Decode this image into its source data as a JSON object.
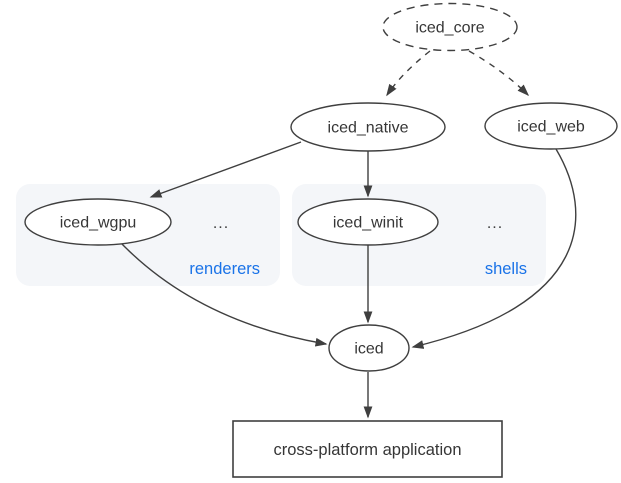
{
  "diagram": {
    "description": "iced crate ecosystem dependency diagram",
    "nodes": {
      "iced_core": {
        "label": "iced_core",
        "shape": "ellipse",
        "border": "dashed"
      },
      "iced_native": {
        "label": "iced_native",
        "shape": "ellipse",
        "border": "solid"
      },
      "iced_web": {
        "label": "iced_web",
        "shape": "ellipse",
        "border": "solid"
      },
      "iced_wgpu": {
        "label": "iced_wgpu",
        "shape": "ellipse",
        "border": "solid",
        "group": "renderers"
      },
      "iced_winit": {
        "label": "iced_winit",
        "shape": "ellipse",
        "border": "solid",
        "group": "shells"
      },
      "iced": {
        "label": "iced",
        "shape": "ellipse",
        "border": "solid"
      },
      "app": {
        "label": "cross-platform application",
        "shape": "rect",
        "border": "solid"
      }
    },
    "groups": {
      "renderers": {
        "label": "renderers",
        "ellipsis": "..."
      },
      "shells": {
        "label": "shells",
        "ellipsis": "..."
      }
    },
    "edges": [
      {
        "from": "iced_core",
        "to": "iced_native",
        "style": "dashed"
      },
      {
        "from": "iced_core",
        "to": "iced_web",
        "style": "dashed"
      },
      {
        "from": "iced_native",
        "to": "iced_wgpu",
        "style": "solid"
      },
      {
        "from": "iced_native",
        "to": "iced_winit",
        "style": "solid"
      },
      {
        "from": "iced_wgpu",
        "to": "iced",
        "style": "solid"
      },
      {
        "from": "iced_winit",
        "to": "iced",
        "style": "solid"
      },
      {
        "from": "iced_web",
        "to": "iced",
        "style": "solid"
      },
      {
        "from": "iced",
        "to": "app",
        "style": "solid"
      }
    ],
    "colors": {
      "stroke": "#3f3f3f",
      "text": "#363636",
      "group_label": "#1a73e8",
      "group_background": "#f4f6f9",
      "node_fill": "#ffffff",
      "page_background": "#ffffff"
    }
  }
}
